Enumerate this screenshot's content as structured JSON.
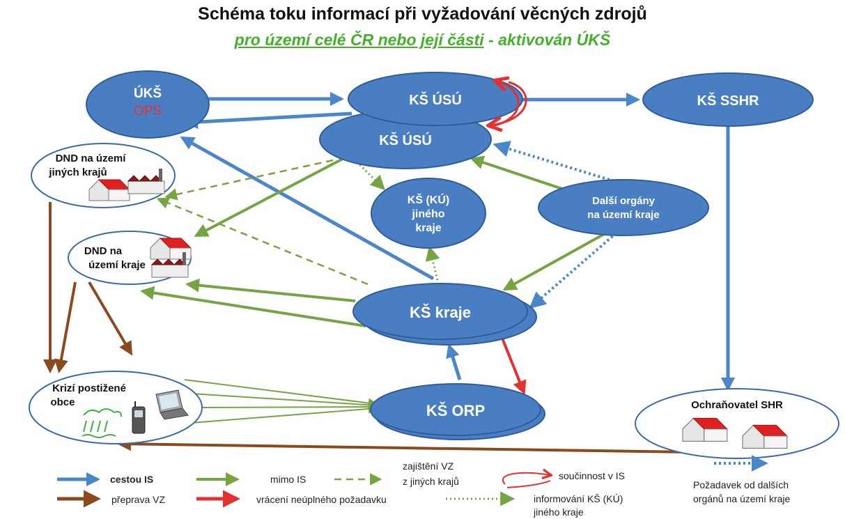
{
  "title": "Schéma toku informací při vyžadování věcných zdrojů",
  "subtitle_main": "pro území celé ČR nebo její části",
  "subtitle_suffix": " - aktivován ÚKŠ",
  "colors": {
    "node_fill": "#4a7ec3",
    "node_border": "#2f5d99",
    "blue_arrow": "#4a86c8",
    "green_arrow": "#76a443",
    "brown_arrow": "#8b4a1d",
    "red_arrow": "#e53030",
    "subtitle_green": "#43b02a",
    "roof_red": "#e02020"
  },
  "nodes": {
    "uks": {
      "line1": "ÚKŠ",
      "line2": "OPS"
    },
    "ks_usu_top": {
      "label": "KŠ ÚSÚ"
    },
    "ks_usu_bottom": {
      "label": "KŠ ÚSÚ"
    },
    "ks_sshr": {
      "label": "KŠ SSHR"
    },
    "dnd_other": {
      "line1": "DND na území",
      "line2": "jiných krajů"
    },
    "ks_ku": {
      "line1": "KŠ (KÚ)",
      "line2": "jiného",
      "line3": "kraje"
    },
    "other_organs": {
      "line1": "Další orgány",
      "line2": "na území kraje"
    },
    "dnd_region": {
      "line1": "DND na",
      "line2": "území kraje"
    },
    "ks_kraje": {
      "label": "KŠ kraje"
    },
    "crisis": {
      "line1": "Krizí postižené",
      "line2": "obce"
    },
    "ks_orp": {
      "label": "KŠ ORP"
    },
    "protector": {
      "label": "Ochraňovatel SHR"
    }
  },
  "legend": {
    "is_path": "cestou IS",
    "outside_is": "mimo IS",
    "other_regions_1": "zajištění  VZ",
    "other_regions_2": "z  jiných krajů",
    "cooperation": "součinnost v IS",
    "request_1": "Požadavek  od dalších",
    "request_2": "orgánů na území kraje",
    "transport": "přeprava VZ",
    "return": "vrácení neúplného požadavku",
    "inform_1": "informování KŠ (KÚ)",
    "inform_2": "jiného kraje"
  }
}
